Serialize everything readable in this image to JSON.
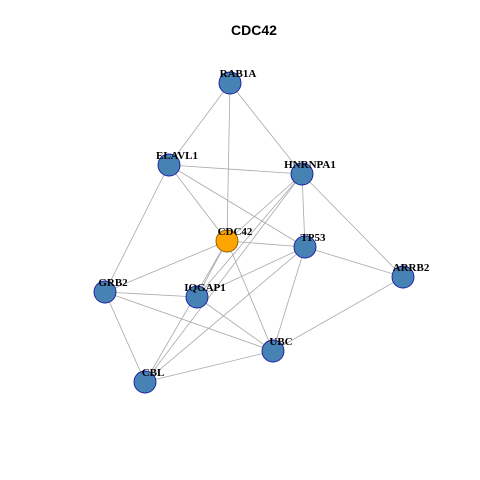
{
  "title": "CDC42",
  "colors": {
    "node_fill": "#4682b4",
    "node_stroke": "#1a1aa0",
    "focus_fill": "#ffa500",
    "focus_stroke": "#8b5a00",
    "edge": "#a8a8a8"
  },
  "nodes": [
    {
      "id": "RAB1A",
      "label": "RAB1A",
      "focus": false
    },
    {
      "id": "ELAVL1",
      "label": "ELAVL1",
      "focus": false
    },
    {
      "id": "HNRNPA1",
      "label": "HNRNPA1",
      "focus": false
    },
    {
      "id": "CDC42",
      "label": "CDC42",
      "focus": true
    },
    {
      "id": "TP53",
      "label": "TP53",
      "focus": false
    },
    {
      "id": "ARRB2",
      "label": "ARRB2",
      "focus": false
    },
    {
      "id": "GRB2",
      "label": "GRB2",
      "focus": false
    },
    {
      "id": "IQGAP1",
      "label": "IQGAP1",
      "focus": false
    },
    {
      "id": "UBC",
      "label": "UBC",
      "focus": false
    },
    {
      "id": "CBL",
      "label": "CBL",
      "focus": false
    }
  ],
  "edges": [
    [
      "RAB1A",
      "ELAVL1"
    ],
    [
      "RAB1A",
      "CDC42"
    ],
    [
      "RAB1A",
      "HNRNPA1"
    ],
    [
      "ELAVL1",
      "HNRNPA1"
    ],
    [
      "ELAVL1",
      "CDC42"
    ],
    [
      "ELAVL1",
      "TP53"
    ],
    [
      "ELAVL1",
      "GRB2"
    ],
    [
      "HNRNPA1",
      "CDC42"
    ],
    [
      "HNRNPA1",
      "TP53"
    ],
    [
      "HNRNPA1",
      "ARRB2"
    ],
    [
      "HNRNPA1",
      "IQGAP1"
    ],
    [
      "HNRNPA1",
      "CBL"
    ],
    [
      "CDC42",
      "TP53"
    ],
    [
      "CDC42",
      "GRB2"
    ],
    [
      "CDC42",
      "IQGAP1"
    ],
    [
      "CDC42",
      "UBC"
    ],
    [
      "CDC42",
      "CBL"
    ],
    [
      "TP53",
      "ARRB2"
    ],
    [
      "TP53",
      "IQGAP1"
    ],
    [
      "TP53",
      "UBC"
    ],
    [
      "TP53",
      "CBL"
    ],
    [
      "ARRB2",
      "UBC"
    ],
    [
      "GRB2",
      "IQGAP1"
    ],
    [
      "GRB2",
      "UBC"
    ],
    [
      "GRB2",
      "CBL"
    ],
    [
      "IQGAP1",
      "UBC"
    ],
    [
      "UBC",
      "CBL"
    ]
  ]
}
